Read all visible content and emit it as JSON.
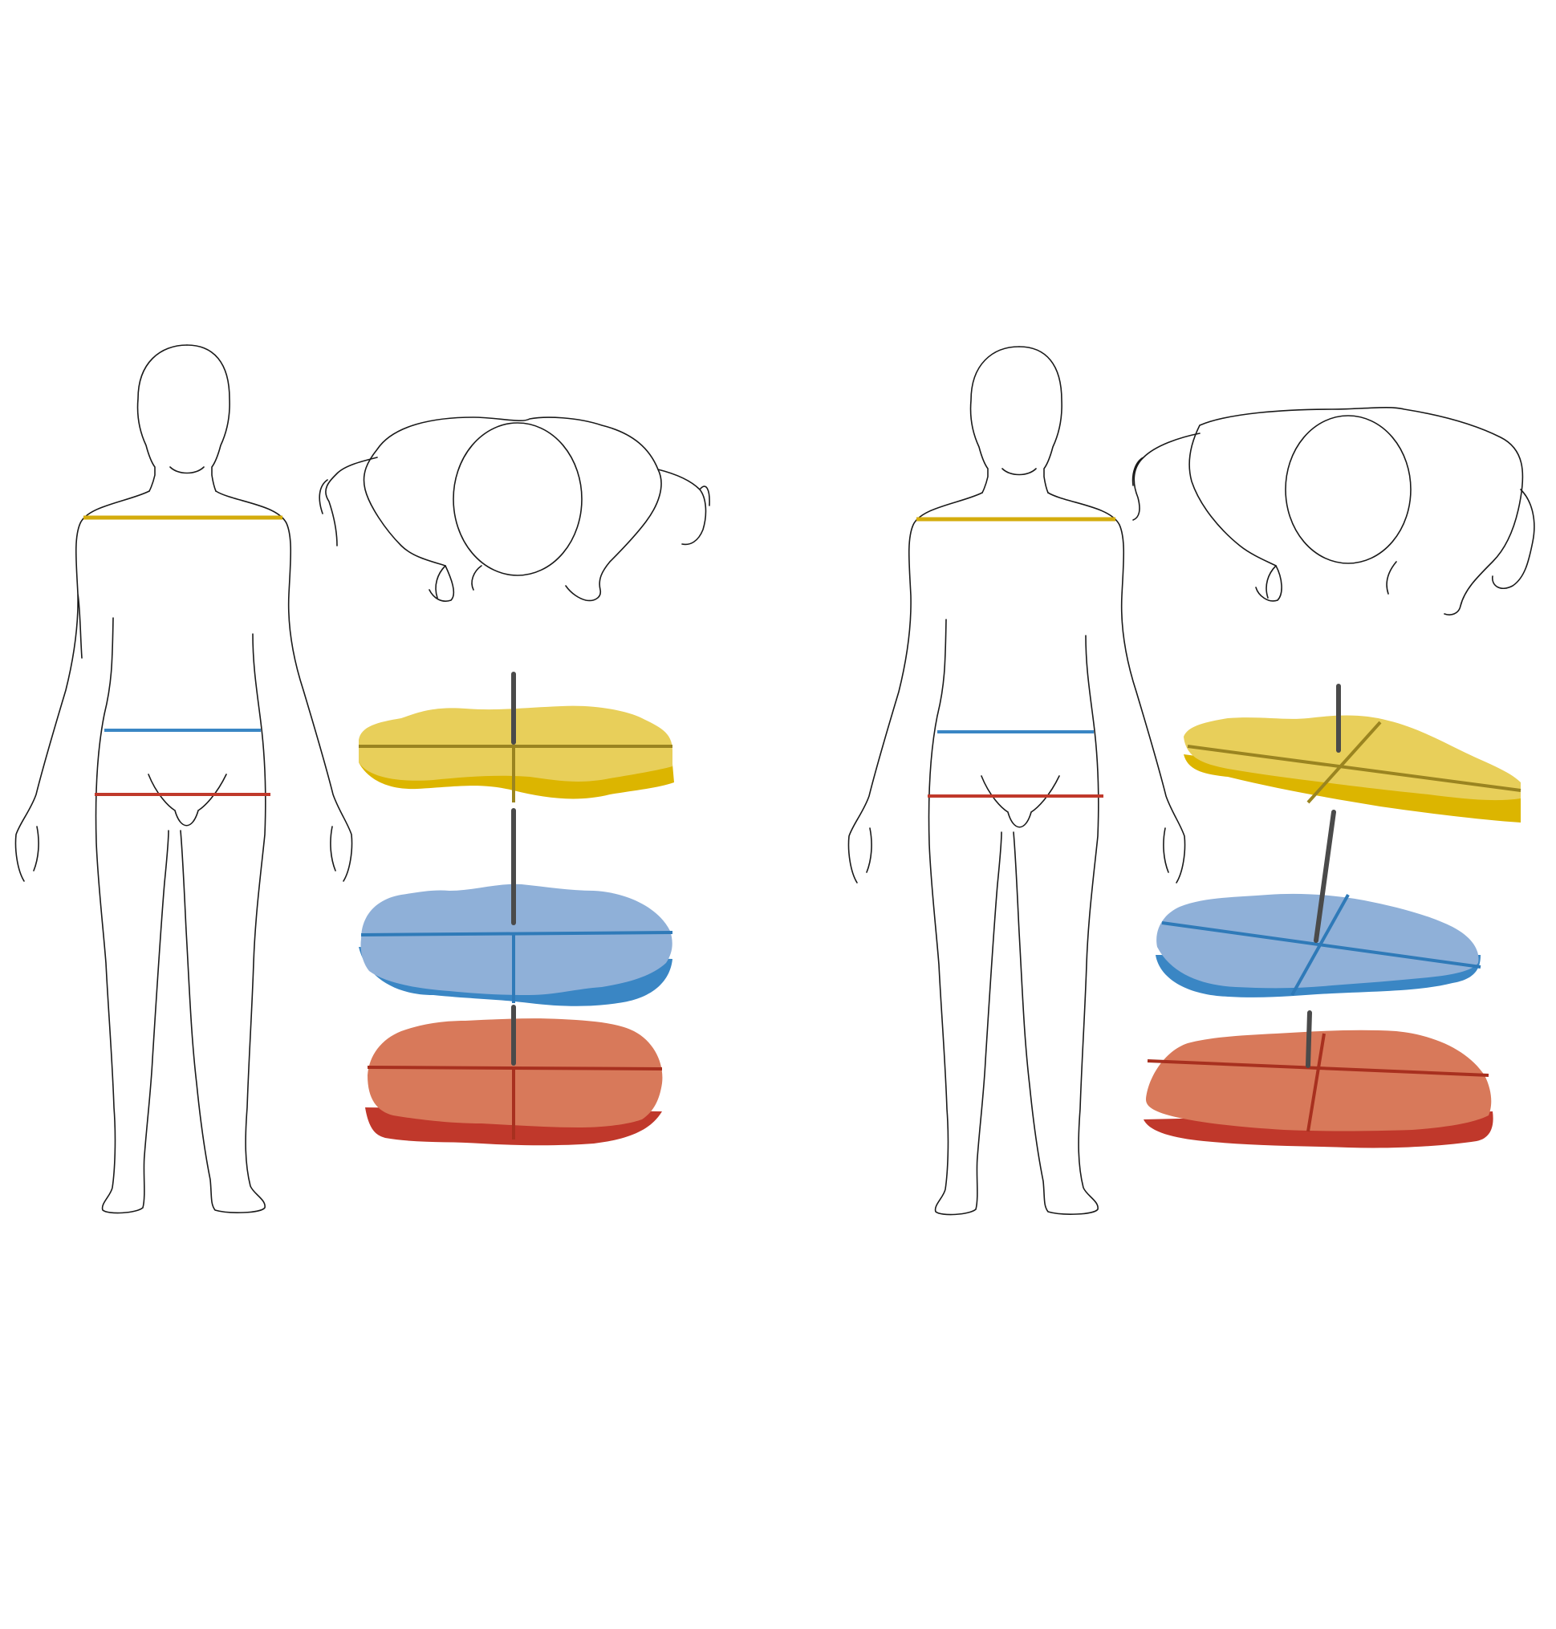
{
  "diagram": {
    "panels": [
      {
        "id": "aligned",
        "description_visible_text": ""
      },
      {
        "id": "rotated",
        "description_visible_text": ""
      }
    ]
  },
  "colors": {
    "shoulder_top": "#e8cf5a",
    "shoulder_side": "#dcb500",
    "shoulder_groove": "#9a8420",
    "waist_top": "#8fb0d8",
    "waist_side": "#3a86c4",
    "waist_groove": "#2f7ab8",
    "hip_top": "#d8795a",
    "hip_side": "#c0382b",
    "hip_groove": "#a8301f",
    "axis": "#4a4a4a",
    "line_shoulder": "#d4ac0d",
    "line_waist": "#3a86c4",
    "line_hip": "#c0392b",
    "outline": "#1a1a1a"
  },
  "icons": [
    "front-body-figure",
    "top-view-figure",
    "body-slice-stack"
  ]
}
